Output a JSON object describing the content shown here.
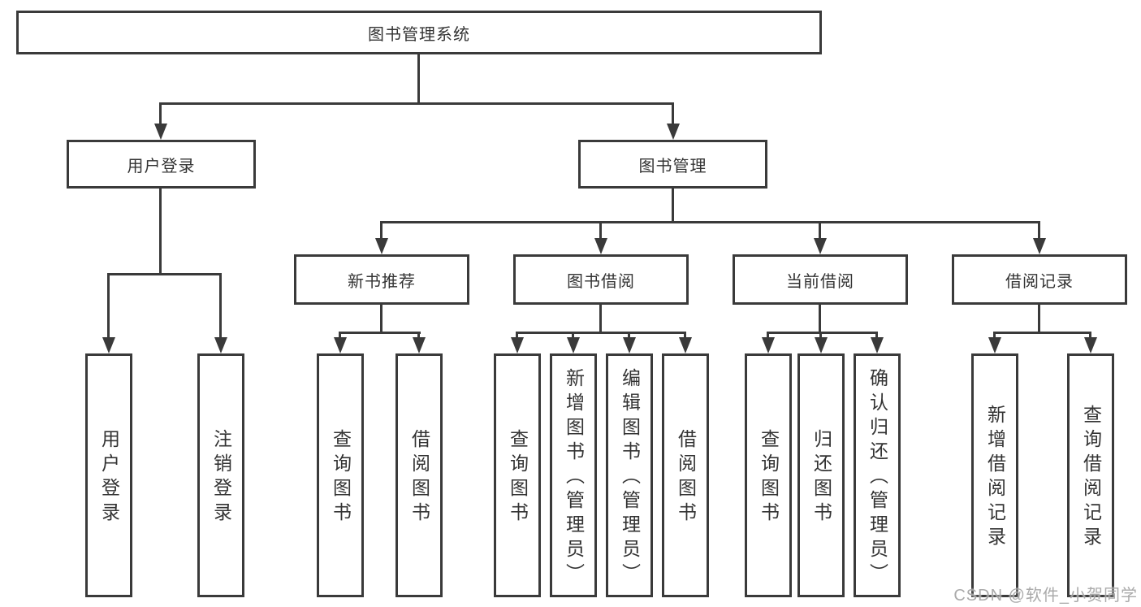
{
  "diagram": {
    "root": {
      "label": "图书管理系统"
    },
    "level2": [
      {
        "id": "user-login",
        "label": "用户登录"
      },
      {
        "id": "book-management",
        "label": "图书管理"
      }
    ],
    "level3": [
      {
        "id": "new-book-recommend",
        "label": "新书推荐",
        "parent": "book-management"
      },
      {
        "id": "book-borrowing",
        "label": "图书借阅",
        "parent": "book-management"
      },
      {
        "id": "current-borrowing",
        "label": "当前借阅",
        "parent": "book-management"
      },
      {
        "id": "borrowing-records",
        "label": "借阅记录",
        "parent": "book-management"
      }
    ],
    "leaves": [
      {
        "parent": "user-login",
        "label": "用户登录"
      },
      {
        "parent": "user-login",
        "label": "注销登录"
      },
      {
        "parent": "new-book-recommend",
        "label": "查询图书"
      },
      {
        "parent": "new-book-recommend",
        "label": "借阅图书"
      },
      {
        "parent": "book-borrowing",
        "label": "查询图书"
      },
      {
        "parent": "book-borrowing",
        "label": "新增图书（管理员）"
      },
      {
        "parent": "book-borrowing",
        "label": "编辑图书（管理员）"
      },
      {
        "parent": "book-borrowing",
        "label": "借阅图书"
      },
      {
        "parent": "current-borrowing",
        "label": "查询图书"
      },
      {
        "parent": "current-borrowing",
        "label": "归还图书"
      },
      {
        "parent": "current-borrowing",
        "label": "确认归还（管理员）"
      },
      {
        "parent": "borrowing-records",
        "label": "新增借阅记录"
      },
      {
        "parent": "borrowing-records",
        "label": "查询借阅记录"
      }
    ]
  },
  "watermark": {
    "text": "CSDN @软件_小贺同学"
  },
  "colors": {
    "line": "#3a3a3a",
    "text": "#333333",
    "watermark": "#9e9e9e",
    "background": "#ffffff"
  }
}
